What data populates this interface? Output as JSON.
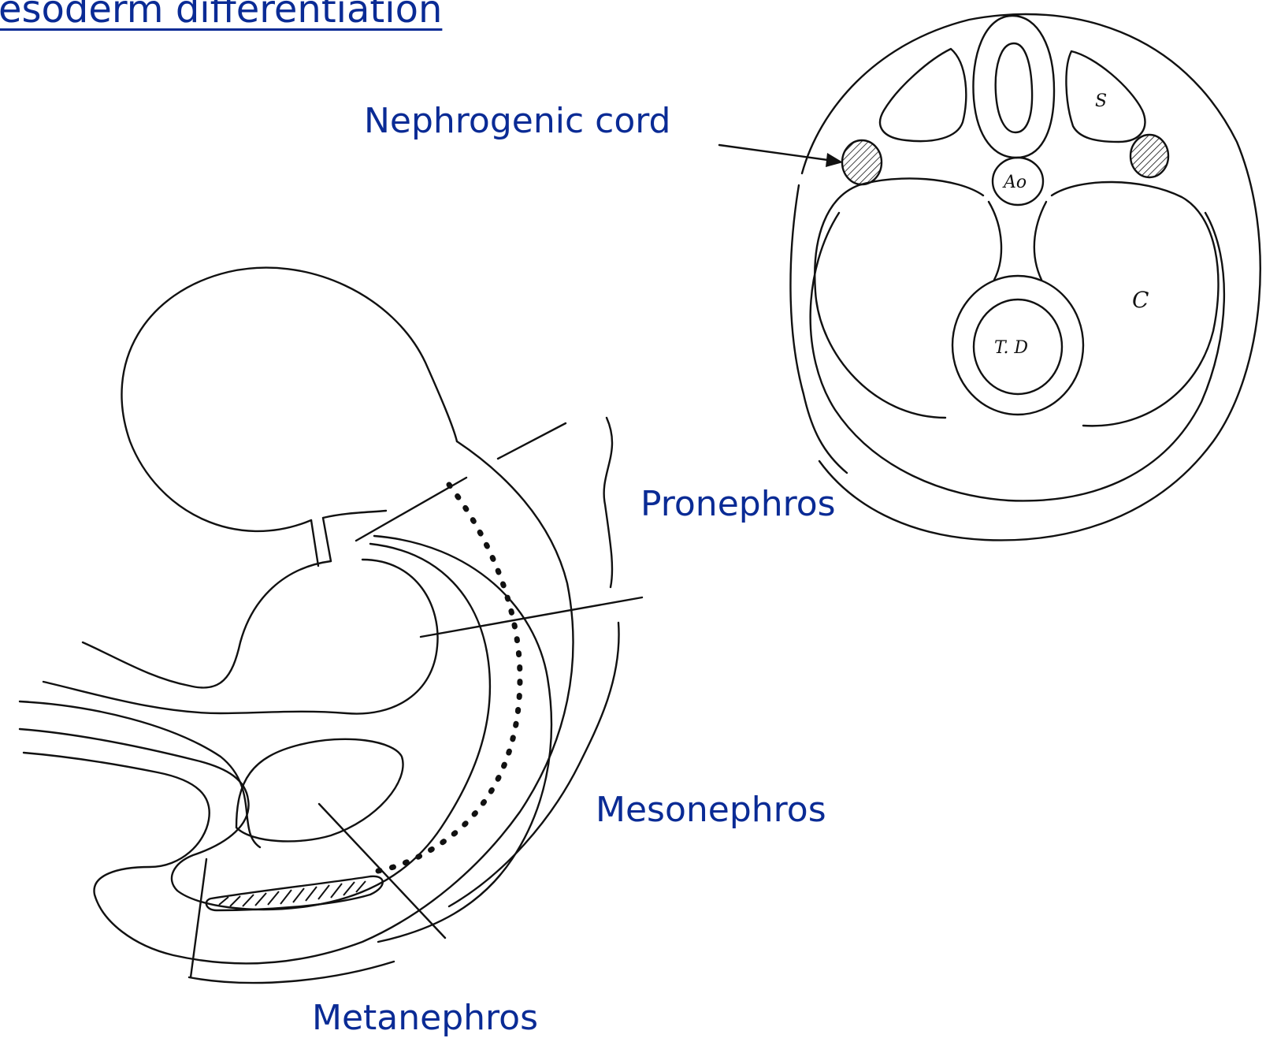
{
  "title": "esoderm differentiation",
  "labels": {
    "nephrogenic_cord": "Nephrogenic cord",
    "pronephros": "Pronephros",
    "mesonephros": "Mesonephros",
    "metanephros": "Metanephros"
  },
  "cross_section": {
    "letter_s": "S",
    "aorta": "Ao",
    "coelom": "C",
    "gut": "T. D"
  },
  "colors": {
    "label_text": "#0a2b95",
    "line_art": "#111111",
    "background": "#ffffff"
  }
}
